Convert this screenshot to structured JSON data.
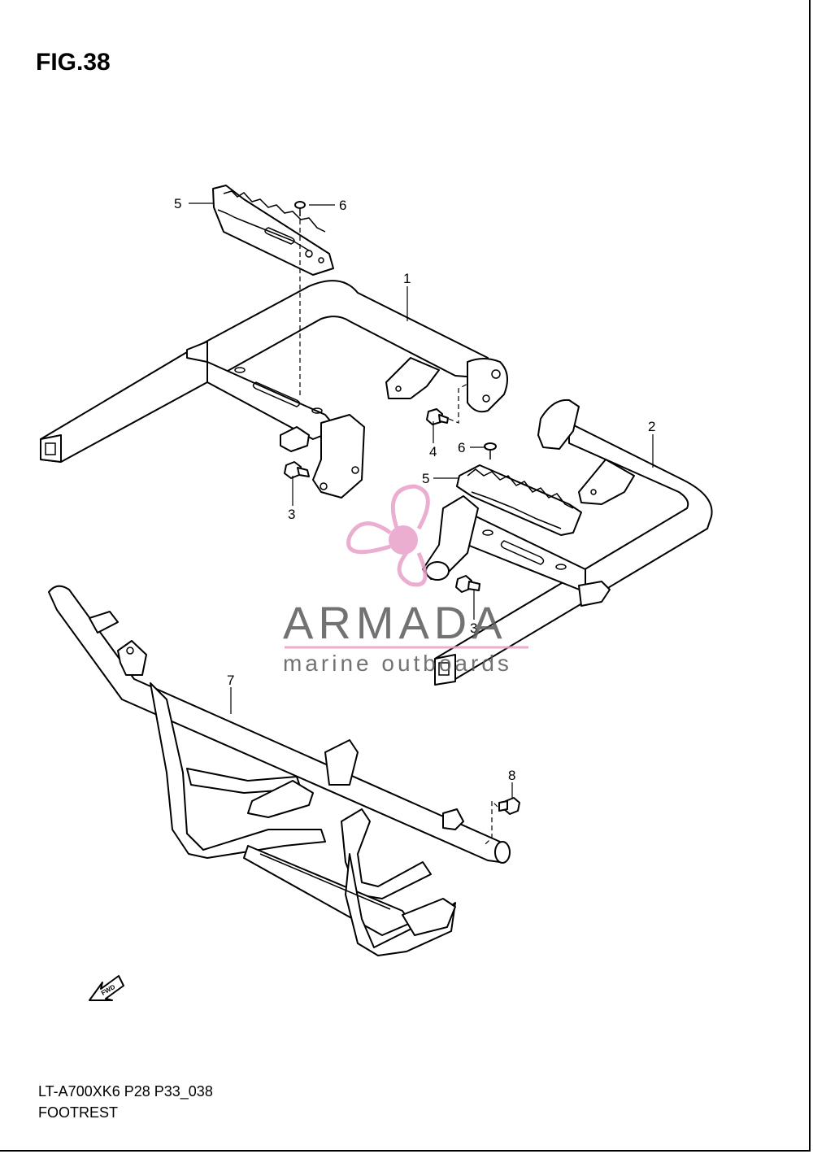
{
  "figure": {
    "title": "FIG.38",
    "model_code": "LT-A700XK6 P28 P33_038",
    "section_name": "FOOTREST"
  },
  "callouts": {
    "c1": "1",
    "c2": "2",
    "c3a": "3",
    "c3b": "3",
    "c4": "4",
    "c5a": "5",
    "c5b": "5",
    "c6a": "6",
    "c6b": "6",
    "c7": "7",
    "c8": "8"
  },
  "fwd_arrow": {
    "label": "FWD"
  },
  "watermark": {
    "brand": "ARMADA",
    "tagline": "marine outboards",
    "accent_color": "#e8a0c8",
    "icon": "propeller-icon"
  },
  "colors": {
    "line": "#000000",
    "background": "#ffffff"
  }
}
